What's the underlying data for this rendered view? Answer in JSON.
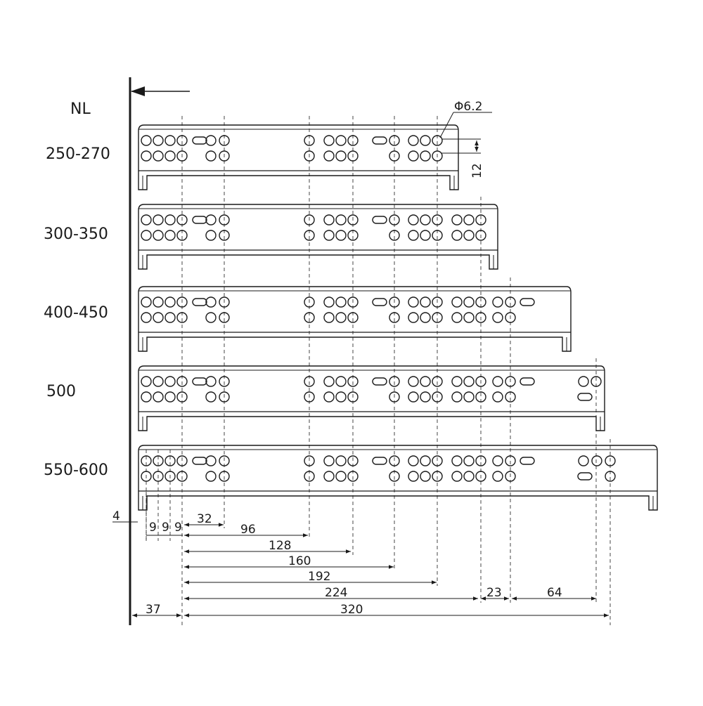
{
  "header": {
    "nl_label": "NL"
  },
  "drawer_sizes": [
    {
      "label": "250-270"
    },
    {
      "label": "300-350"
    },
    {
      "label": "400-450"
    },
    {
      "label": "500"
    },
    {
      "label": "550-600"
    }
  ],
  "annotations": {
    "hole_diameter": "Φ6.2",
    "row_spacing": "12",
    "front_offset": "4"
  },
  "dimensions": {
    "pitch_a": "9",
    "pitch_b": "9",
    "pitch_c": "9",
    "d32": "32",
    "d96": "96",
    "d128": "128",
    "d160": "160",
    "d192": "192",
    "d224": "224",
    "d23": "23",
    "d64": "64",
    "d37": "37",
    "d320": "320"
  },
  "colors": {
    "line": "#1a1a1a",
    "background": "#ffffff"
  }
}
